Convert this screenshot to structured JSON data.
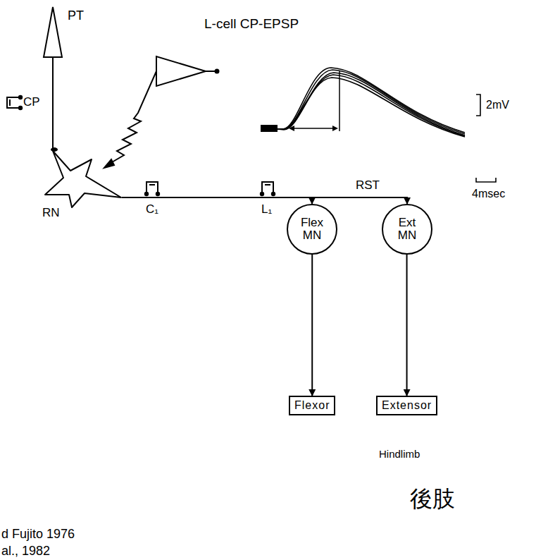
{
  "diagram": {
    "nodes": [
      {
        "text": [
          "PT"
        ]
      },
      {
        "text": [
          "RN"
        ]
      },
      {
        "text": [
          "Flex MN"
        ]
      },
      {
        "text": [
          "Ext MN"
        ]
      },
      {
        "text": [
          "Flexor"
        ]
      },
      {
        "text": [
          "Extensor"
        ]
      }
    ],
    "edges": [
      {
        "from": 0,
        "to": 1,
        "arrow": "none"
      },
      {
        "from": 1,
        "to": 2,
        "arrow": "to"
      },
      {
        "from": 1,
        "to": 3,
        "arrow": "to"
      },
      {
        "from": 2,
        "to": 4,
        "arrow": "to"
      },
      {
        "from": 3,
        "to": 5,
        "arrow": "to"
      }
    ],
    "labels": [
      "L-cell CP-EPSP",
      "2mV",
      "4msec",
      "CP",
      "C₁",
      "L₁",
      "RST",
      "Hindlimb",
      "後肢",
      "d Fujito 1976",
      "al., 1982"
    ]
  }
}
